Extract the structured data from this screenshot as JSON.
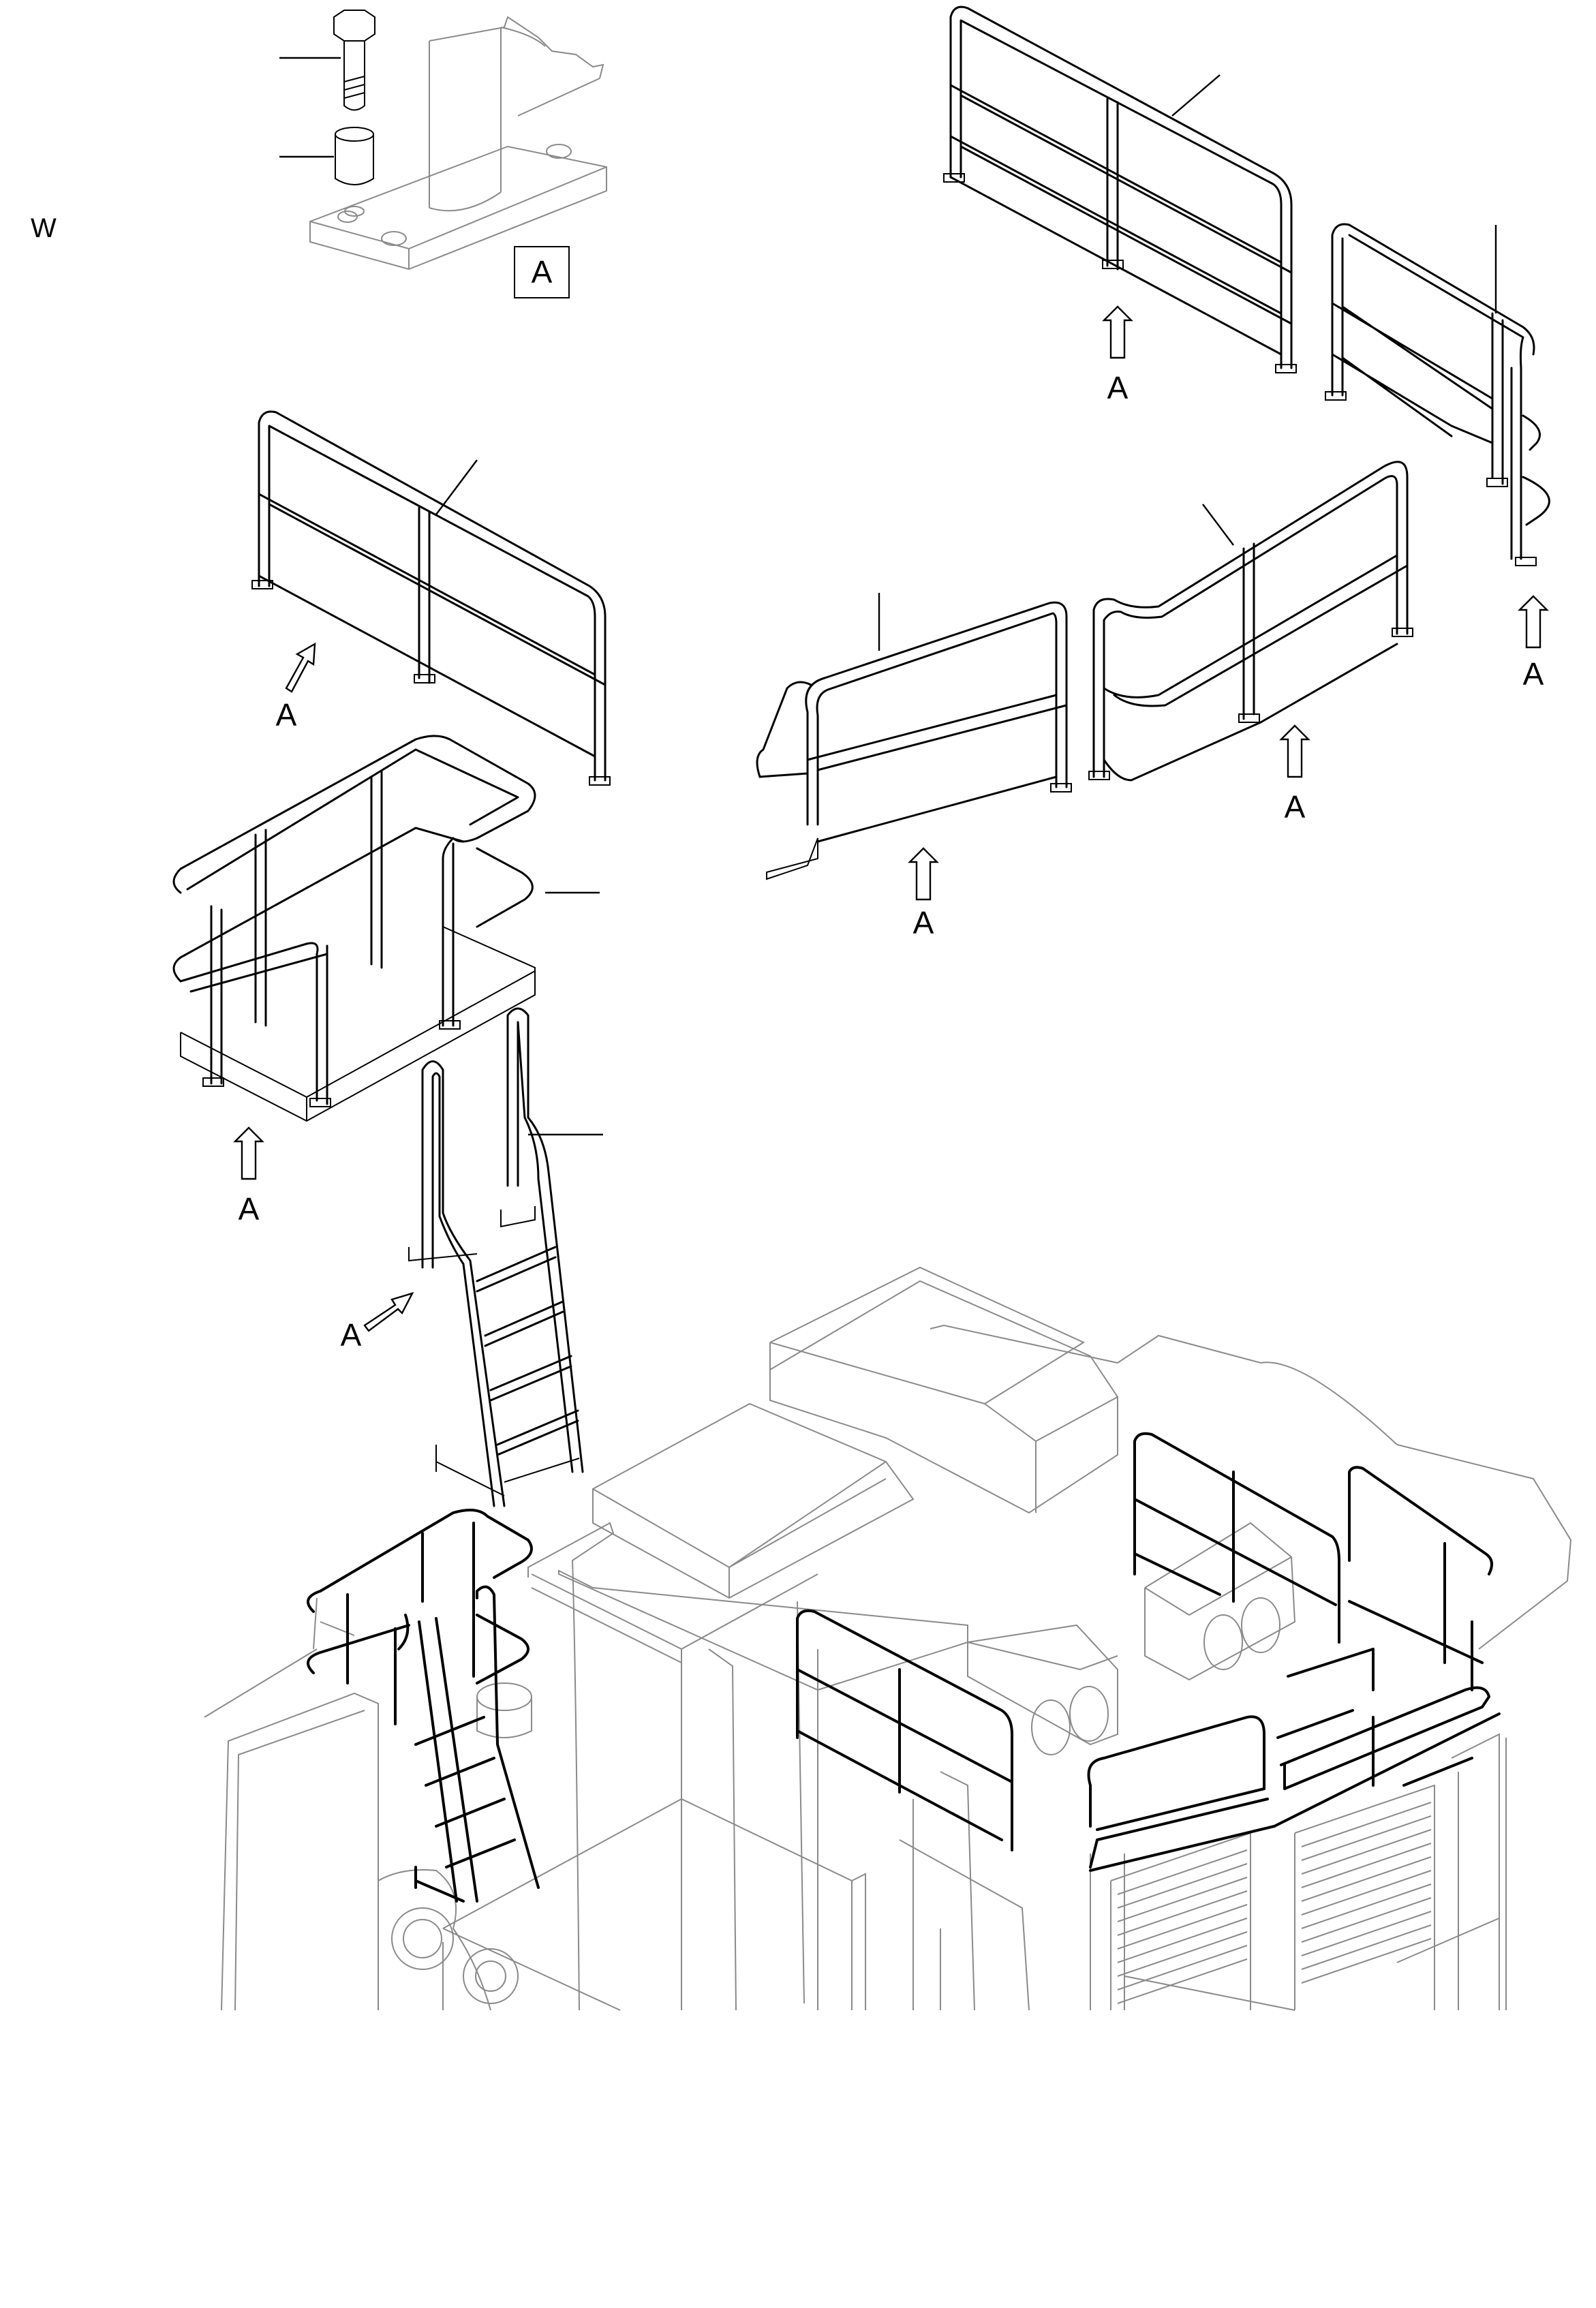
{
  "figure": {
    "view_marker": "W",
    "detail_box_label": "A",
    "attachment_labels": [
      "A",
      "A",
      "A",
      "A",
      "A",
      "A",
      "A"
    ]
  }
}
